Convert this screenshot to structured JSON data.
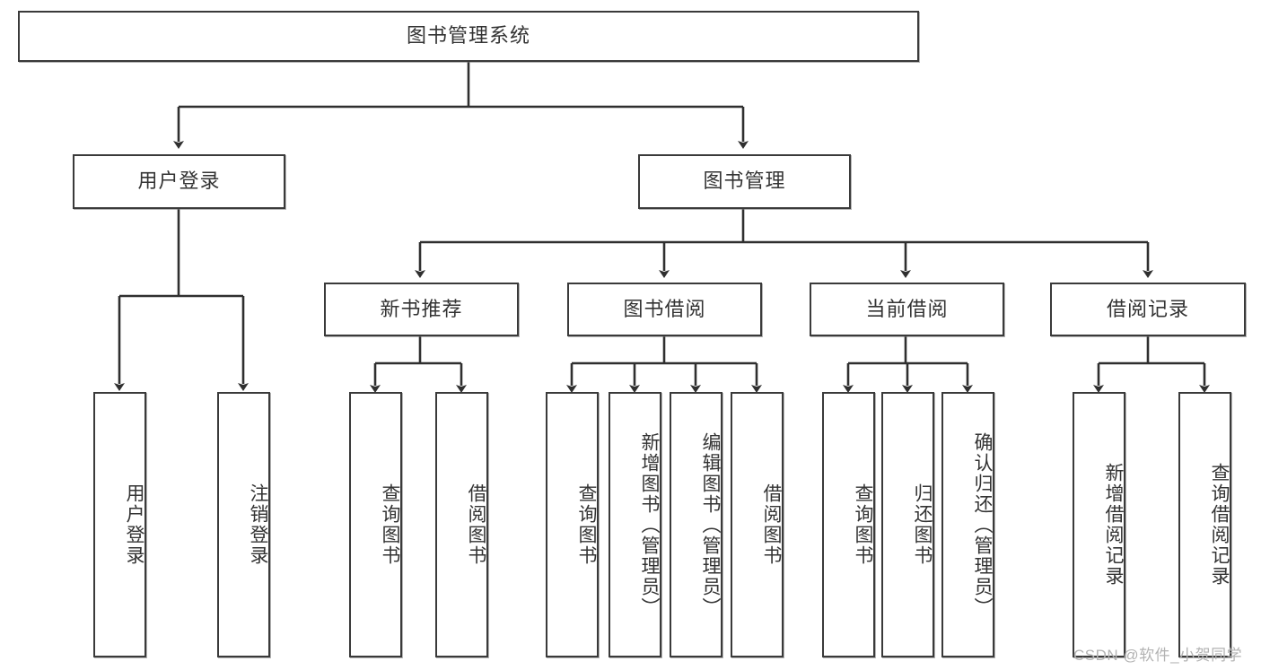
{
  "diagram": {
    "title": "图书管理系统",
    "watermark": "CSDN @软件_小贺同学",
    "colors": {
      "box_border": "#3a3a3a",
      "box_fill": "#ffffff",
      "text": "#333333",
      "line": "#2f2f2f",
      "watermark": "#b3b3b3"
    },
    "root": {
      "label": "图书管理系统"
    },
    "level2": [
      {
        "label": "用户登录"
      },
      {
        "label": "图书管理"
      }
    ],
    "level3": [
      {
        "label": "新书推荐"
      },
      {
        "label": "图书借阅"
      },
      {
        "label": "当前借阅"
      },
      {
        "label": "借阅记录"
      }
    ],
    "leaves": {
      "user_login": [
        {
          "label": "用户登录"
        },
        {
          "label": "注销登录"
        }
      ],
      "new_book": [
        {
          "label": "查询图书"
        },
        {
          "label": "借阅图书"
        }
      ],
      "book_borrow": [
        {
          "label": "查询图书"
        },
        {
          "label": "新增图书（管理员）"
        },
        {
          "label": "编辑图书（管理员）"
        },
        {
          "label": "借阅图书"
        }
      ],
      "current_borrow": [
        {
          "label": "查询图书"
        },
        {
          "label": "归还图书"
        },
        {
          "label": "确认归还（管理员）"
        }
      ],
      "borrow_record": [
        {
          "label": "新增借阅记录"
        },
        {
          "label": "查询借阅记录"
        }
      ]
    }
  }
}
